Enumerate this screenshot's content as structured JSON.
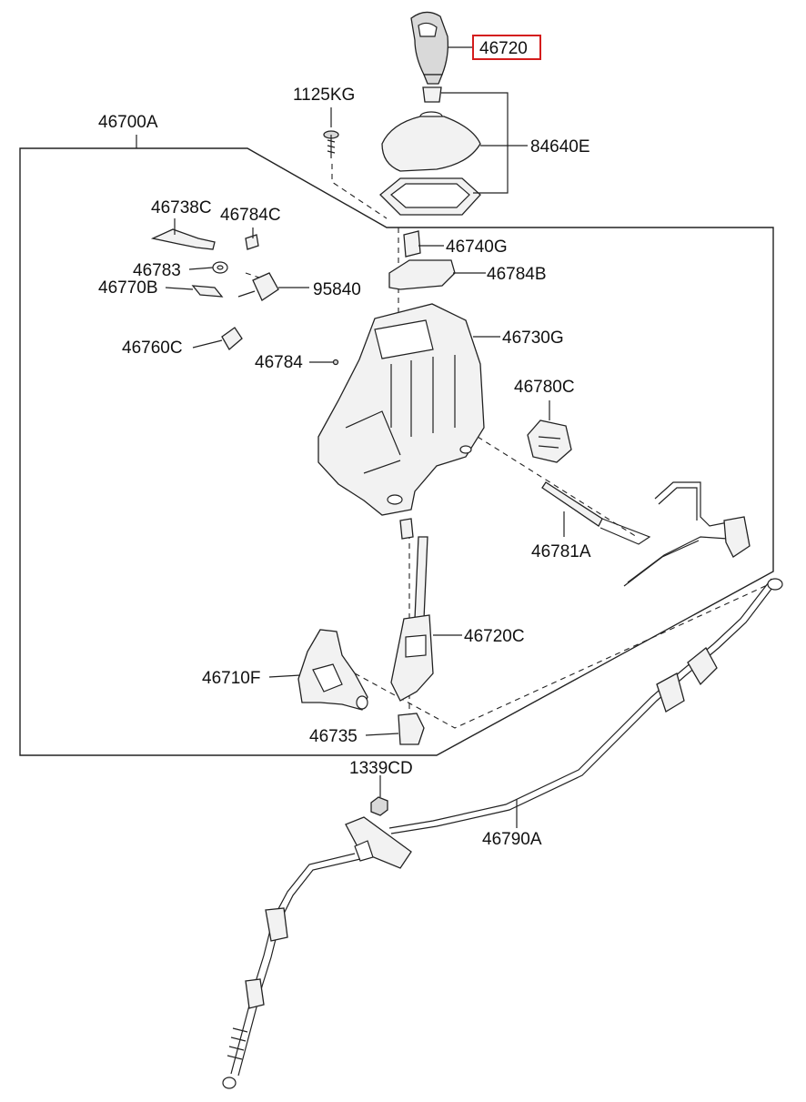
{
  "diagram": {
    "highlight_color": "#d41c1c",
    "labels": {
      "p46720": "46720",
      "p1125KG": "1125KG",
      "p46700A": "46700A",
      "p84640E": "84640E",
      "p46738C": "46738C",
      "p46784C": "46784C",
      "p46740G": "46740G",
      "p46783": "46783",
      "p46784B": "46784B",
      "p46770B": "46770B",
      "p95840": "95840",
      "p46730G": "46730G",
      "p46760C": "46760C",
      "p46784": "46784",
      "p46780C": "46780C",
      "p46781A": "46781A",
      "p46720C": "46720C",
      "p46710F": "46710F",
      "p46735": "46735",
      "p1339CD": "1339CD",
      "p46790A": "46790A"
    }
  }
}
